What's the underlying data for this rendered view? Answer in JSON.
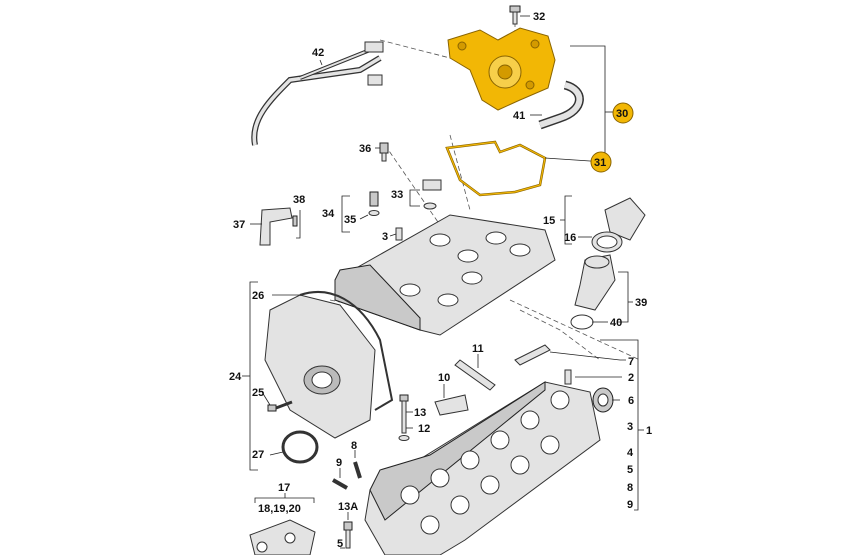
{
  "callouts": [
    {
      "id": "c32",
      "text": "32"
    },
    {
      "id": "c42",
      "text": "42"
    },
    {
      "id": "c41",
      "text": "41"
    },
    {
      "id": "c30",
      "text": "30",
      "highlight": true
    },
    {
      "id": "c31",
      "text": "31",
      "highlight": true
    },
    {
      "id": "c36",
      "text": "36"
    },
    {
      "id": "c38",
      "text": "38"
    },
    {
      "id": "c33",
      "text": "33"
    },
    {
      "id": "c34",
      "text": "34"
    },
    {
      "id": "c35",
      "text": "35"
    },
    {
      "id": "c37",
      "text": "37"
    },
    {
      "id": "c3a",
      "text": "3"
    },
    {
      "id": "c15",
      "text": "15"
    },
    {
      "id": "c16",
      "text": "16"
    },
    {
      "id": "c39",
      "text": "39"
    },
    {
      "id": "c40",
      "text": "40"
    },
    {
      "id": "c26",
      "text": "26"
    },
    {
      "id": "c11",
      "text": "11"
    },
    {
      "id": "c7",
      "text": "7"
    },
    {
      "id": "c2",
      "text": "2"
    },
    {
      "id": "c10",
      "text": "10"
    },
    {
      "id": "c24",
      "text": "24"
    },
    {
      "id": "c25",
      "text": "25"
    },
    {
      "id": "c6",
      "text": "6"
    },
    {
      "id": "c13",
      "text": "13"
    },
    {
      "id": "c12",
      "text": "12"
    },
    {
      "id": "c3b",
      "text": "3"
    },
    {
      "id": "c1",
      "text": "1"
    },
    {
      "id": "c27",
      "text": "27"
    },
    {
      "id": "c8",
      "text": "8"
    },
    {
      "id": "c9",
      "text": "9"
    },
    {
      "id": "c4",
      "text": "4"
    },
    {
      "id": "c5",
      "text": "5"
    },
    {
      "id": "c8b",
      "text": "8"
    },
    {
      "id": "c9b",
      "text": "9"
    },
    {
      "id": "c17",
      "text": "17"
    },
    {
      "id": "c18",
      "text": "18,19,20"
    },
    {
      "id": "c13a",
      "text": "13A"
    },
    {
      "id": "c5b",
      "text": "5"
    }
  ],
  "colors": {
    "highlight": "#f2b705",
    "line": "#222222",
    "part_fill": "#e3e3e3"
  }
}
